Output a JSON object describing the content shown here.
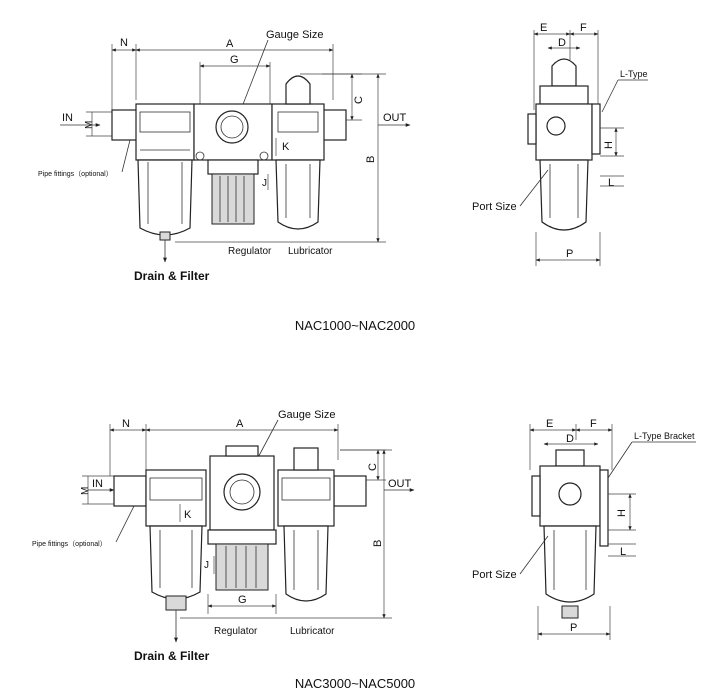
{
  "top": {
    "caption": "NAC1000~NAC2000",
    "front": {
      "labels": {
        "n": "N",
        "a": "A",
        "g": "G",
        "gauge_size": "Gauge Size",
        "c": "C",
        "b": "B",
        "k": "K",
        "j": "J",
        "m": "M",
        "in": "IN",
        "out": "OUT",
        "pipe_fittings": "Pipe fittings（optional）",
        "regulator": "Regulator",
        "lubricator": "Lubricator",
        "drain_filter": "Drain & Filter"
      }
    },
    "side": {
      "labels": {
        "e": "E",
        "f": "F",
        "d": "D",
        "l_type": "L-Type",
        "h": "H",
        "l": "L",
        "port_size": "Port Size",
        "p": "P"
      }
    }
  },
  "bottom": {
    "caption": "NAC3000~NAC5000",
    "front": {
      "labels": {
        "n": "N",
        "a": "A",
        "g": "G",
        "gauge_size": "Gauge Size",
        "c": "C",
        "b": "B",
        "k": "K",
        "j": "J",
        "m": "M",
        "in": "IN",
        "out": "OUT",
        "pipe_fittings": "Pipe fittings（optional）",
        "regulator": "Regulator",
        "lubricator": "Lubricator",
        "drain_filter": "Drain & Filter"
      }
    },
    "side": {
      "labels": {
        "e": "E",
        "f": "F",
        "d": "D",
        "l_type": "L-Type Bracket",
        "h": "H",
        "l": "L",
        "port_size": "Port Size",
        "p": "P"
      }
    }
  }
}
